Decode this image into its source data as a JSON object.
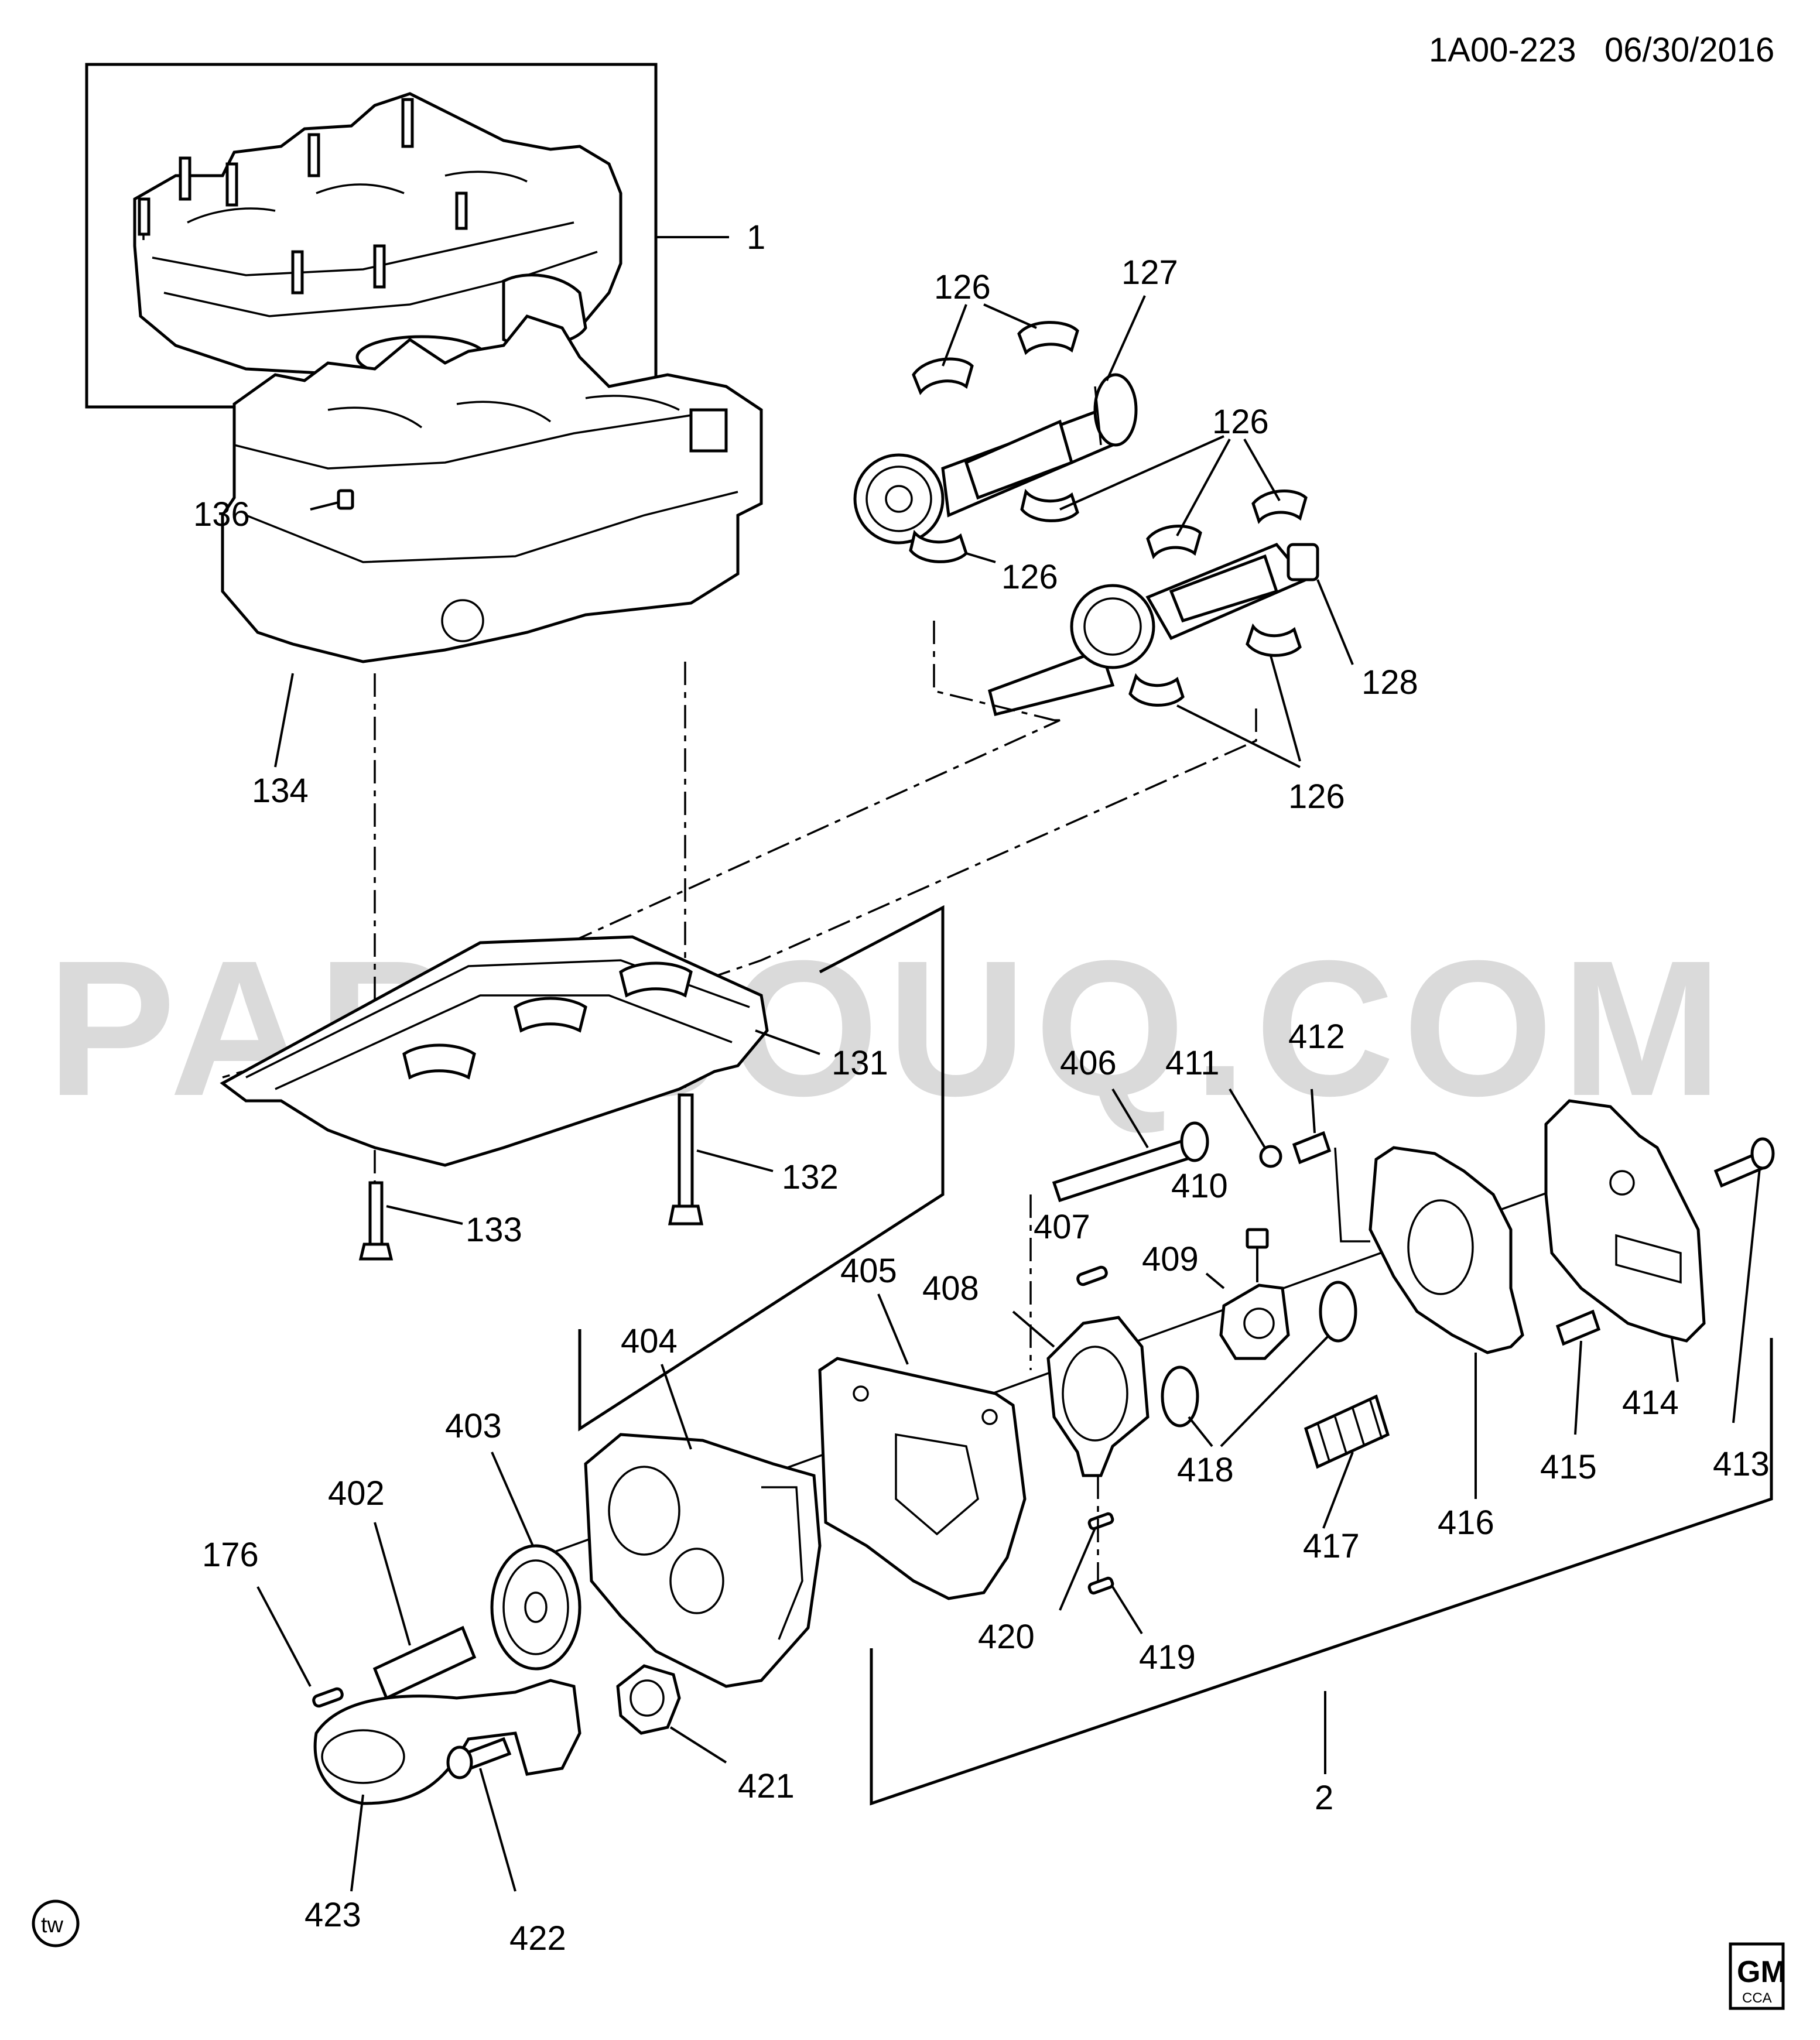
{
  "header": {
    "doc_ref": "1A00-223",
    "date": "06/30/2016"
  },
  "watermark": "PARTSOUQ.COM",
  "logos": {
    "bottom_left": "tw",
    "bottom_right_top": "GM",
    "bottom_right_bottom": "CCA"
  },
  "callouts": {
    "c1": "1",
    "c2": "2",
    "c126a": "126",
    "c126b": "126",
    "c126c": "126",
    "c126d": "126",
    "c127": "127",
    "c128": "128",
    "c131": "131",
    "c132": "132",
    "c133": "133",
    "c134": "134",
    "c136": "136",
    "c176": "176",
    "c402": "402",
    "c403": "403",
    "c404": "404",
    "c405": "405",
    "c406": "406",
    "c407": "407",
    "c408": "408",
    "c409": "409",
    "c410": "410",
    "c411": "411",
    "c412": "412",
    "c413": "413",
    "c414": "414",
    "c415": "415",
    "c416": "416",
    "c417": "417",
    "c418": "418",
    "c419": "419",
    "c420": "420",
    "c421": "421",
    "c422": "422",
    "c423": "423"
  }
}
